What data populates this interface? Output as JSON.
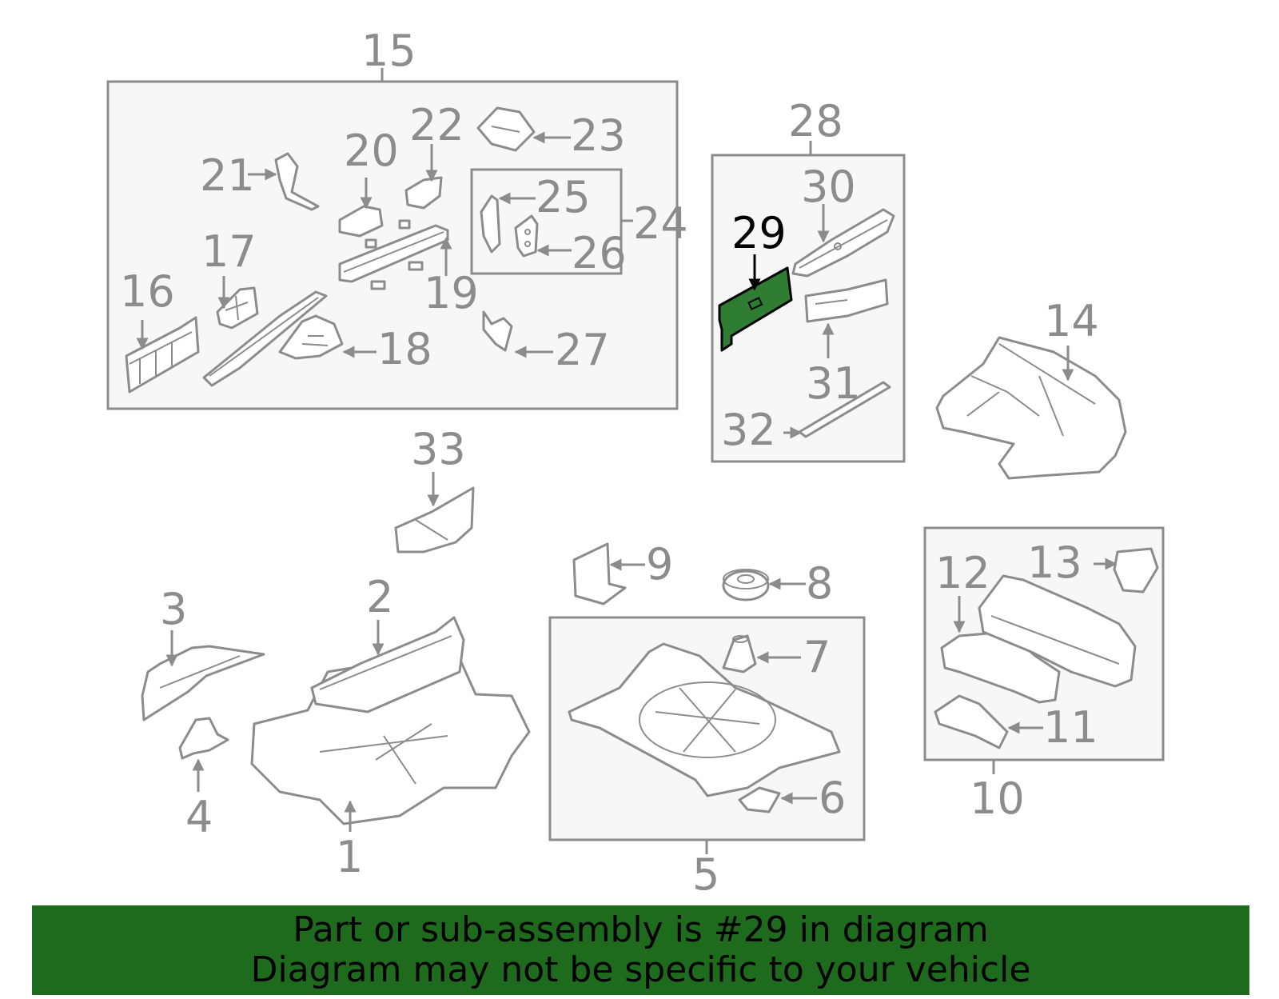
{
  "banner": {
    "line1": "Part or sub-assembly is #29 in diagram",
    "line2": "Diagram may not be specific to your vehicle"
  },
  "highlighted_part": "29",
  "colors": {
    "banner": "#1e6b1e",
    "highlight_fill": "#2e7d32",
    "line_gray": "#8c8c8c",
    "box_fill": "#f7f7f7"
  },
  "callouts": {
    "c1": "1",
    "c2": "2",
    "c3": "3",
    "c4": "4",
    "c5": "5",
    "c6": "6",
    "c7": "7",
    "c8": "8",
    "c9": "9",
    "c10": "10",
    "c11": "11",
    "c12": "12",
    "c13": "13",
    "c14": "14",
    "c15": "15",
    "c16": "16",
    "c17": "17",
    "c18": "18",
    "c19": "19",
    "c20": "20",
    "c21": "21",
    "c22": "22",
    "c23": "23",
    "c24": "24",
    "c25": "25",
    "c26": "26",
    "c27": "27",
    "c28": "28",
    "c29": "29",
    "c30": "30",
    "c31": "31",
    "c32": "32",
    "c33": "33"
  }
}
